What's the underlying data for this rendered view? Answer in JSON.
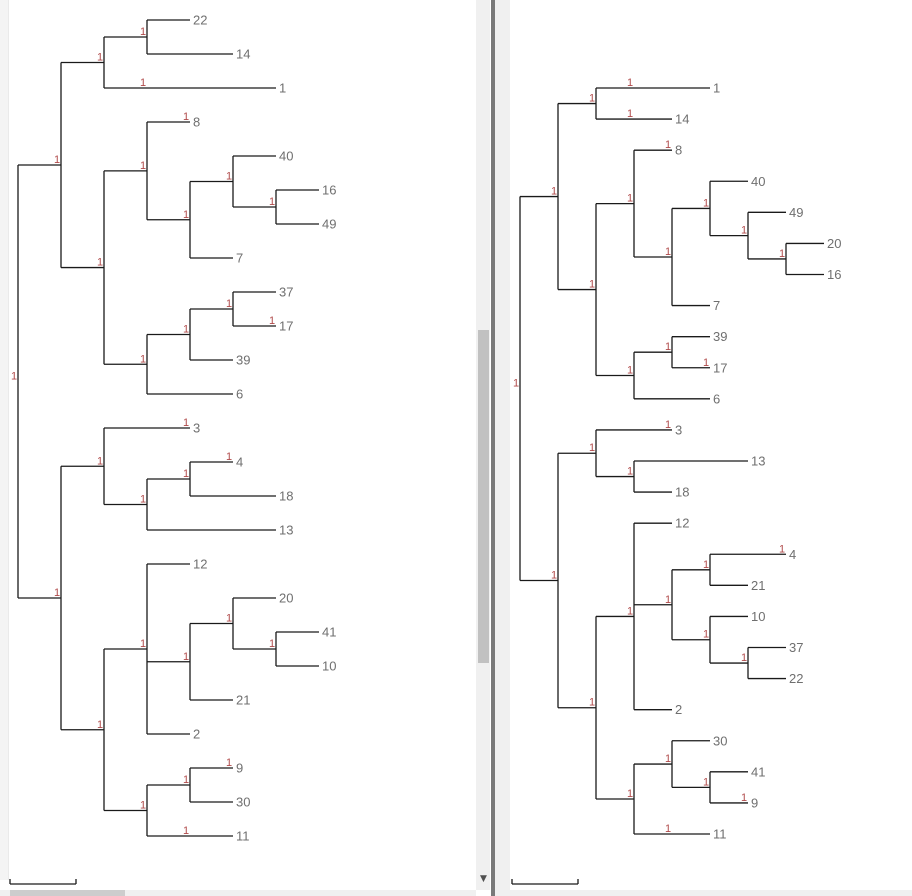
{
  "trees": [
    {
      "id": "left",
      "root": {
        "c": [
          {
            "c": [
              {
                "c": [
                  {
                    "c": [
                      {
                        "n": "22"
                      },
                      {
                        "c": [
                          {
                            "n": "14"
                          }
                        ]
                      }
                    ],
                    "s": "1"
                  },
                  {
                    "c": [
                      {
                        "c": [
                          {
                            "c": [
                              {
                                "n": "1"
                              }
                            ]
                          }
                        ]
                      }
                    ],
                    "s": "1"
                  }
                ],
                "s": "1"
              },
              {
                "c": [
                  {
                    "c": [
                      {
                        "n": "8",
                        "s": "1"
                      },
                      {
                        "c": [
                          {
                            "c": [
                              {
                                "n": "40"
                              },
                              {
                                "c": [
                                  {
                                    "n": "16"
                                  },
                                  {
                                    "n": "49"
                                  }
                                ],
                                "s": "1"
                              }
                            ],
                            "s": "1"
                          },
                          {
                            "n": "7"
                          }
                        ],
                        "s": "1"
                      }
                    ],
                    "s": "1"
                  },
                  {
                    "c": [
                      {
                        "c": [
                          {
                            "c": [
                              {
                                "n": "37"
                              },
                              {
                                "n": "17",
                                "s": "1"
                              }
                            ],
                            "s": "1"
                          },
                          {
                            "n": "39"
                          }
                        ],
                        "s": "1"
                      },
                      {
                        "c": [
                          {
                            "n": "6"
                          }
                        ]
                      }
                    ],
                    "s": "1"
                  }
                ],
                "s": "1"
              }
            ],
            "s": "1"
          },
          {
            "c": [
              {
                "c": [
                  {
                    "c": [
                      {
                        "n": "3",
                        "s": "1"
                      }
                    ]
                  },
                  {
                    "c": [
                      {
                        "c": [
                          {
                            "n": "4",
                            "s": "1"
                          },
                          {
                            "c": [
                              {
                                "n": "18"
                              }
                            ]
                          }
                        ],
                        "s": "1"
                      },
                      {
                        "c": [
                          {
                            "c": [
                              {
                                "n": "13"
                              }
                            ]
                          }
                        ]
                      }
                    ],
                    "s": "1"
                  }
                ],
                "s": "1"
              },
              {
                "c": [
                  {
                    "c": [
                      {
                        "n": "12"
                      },
                      {
                        "c": [
                          {
                            "c": [
                              {
                                "n": "20"
                              },
                              {
                                "c": [
                                  {
                                    "n": "41"
                                  },
                                  {
                                    "n": "10"
                                  }
                                ],
                                "s": "1"
                              }
                            ],
                            "s": "1"
                          },
                          {
                            "n": "21"
                          }
                        ],
                        "s": "1"
                      },
                      {
                        "n": "2"
                      }
                    ],
                    "s": "1"
                  },
                  {
                    "c": [
                      {
                        "c": [
                          {
                            "n": "9",
                            "s": "1"
                          },
                          {
                            "n": "30"
                          }
                        ],
                        "s": "1"
                      },
                      {
                        "c": [
                          {
                            "n": "11"
                          }
                        ],
                        "s": "1"
                      }
                    ],
                    "s": "1"
                  }
                ],
                "s": "1"
              }
            ],
            "s": "1"
          }
        ],
        "s": "1"
      }
    },
    {
      "id": "right",
      "root": {
        "c": [
          {
            "c": [
              {
                "c": [
                  {
                    "c": [
                      {
                        "c": [
                          {
                            "n": "1"
                          }
                        ]
                      }
                    ],
                    "s": "1"
                  },
                  {
                    "c": [
                      {
                        "n": "14"
                      }
                    ],
                    "s": "1"
                  }
                ],
                "s": "1"
              },
              {
                "c": [
                  {
                    "c": [
                      {
                        "n": "8",
                        "s": "1"
                      },
                      {
                        "c": [
                          {
                            "c": [
                              {
                                "n": "40"
                              },
                              {
                                "c": [
                                  {
                                    "n": "49"
                                  },
                                  {
                                    "c": [
                                      {
                                        "n": "20"
                                      },
                                      {
                                        "n": "16"
                                      }
                                    ],
                                    "s": "1"
                                  }
                                ],
                                "s": "1"
                              }
                            ],
                            "s": "1"
                          },
                          {
                            "n": "7"
                          }
                        ],
                        "s": "1"
                      }
                    ],
                    "s": "1"
                  },
                  {
                    "c": [
                      {
                        "c": [
                          {
                            "n": "39"
                          },
                          {
                            "n": "17",
                            "s": "1"
                          }
                        ],
                        "s": "1"
                      },
                      {
                        "c": [
                          {
                            "n": "6"
                          }
                        ]
                      }
                    ],
                    "s": "1"
                  }
                ],
                "s": "1"
              }
            ],
            "s": "1"
          },
          {
            "c": [
              {
                "c": [
                  {
                    "c": [
                      {
                        "n": "3",
                        "s": "1"
                      }
                    ]
                  },
                  {
                    "c": [
                      {
                        "c": [
                          {
                            "c": [
                              {
                                "n": "13"
                              }
                            ]
                          }
                        ]
                      },
                      {
                        "n": "18"
                      }
                    ],
                    "s": "1"
                  }
                ],
                "s": "1"
              },
              {
                "c": [
                  {
                    "c": [
                      {
                        "n": "12"
                      },
                      {
                        "c": [
                          {
                            "c": [
                              {
                                "c": [
                                  {
                                    "n": "4",
                                    "s": "1"
                                  }
                                ]
                              },
                              {
                                "n": "21"
                              }
                            ],
                            "s": "1"
                          },
                          {
                            "c": [
                              {
                                "n": "10"
                              },
                              {
                                "c": [
                                  {
                                    "n": "37"
                                  },
                                  {
                                    "n": "22"
                                  }
                                ],
                                "s": "1"
                              }
                            ],
                            "s": "1"
                          }
                        ],
                        "s": "1"
                      },
                      {
                        "n": "2"
                      }
                    ],
                    "s": "1"
                  },
                  {
                    "c": [
                      {
                        "c": [
                          {
                            "n": "30"
                          },
                          {
                            "c": [
                              {
                                "n": "41"
                              },
                              {
                                "n": "9",
                                "s": "1"
                              }
                            ],
                            "s": "1"
                          }
                        ],
                        "s": "1"
                      },
                      {
                        "c": [
                          {
                            "n": "11"
                          }
                        ],
                        "s": "1"
                      }
                    ],
                    "s": "1"
                  }
                ],
                "s": "1"
              }
            ],
            "s": "1"
          }
        ],
        "s": "1"
      }
    }
  ],
  "colors": {
    "branch": "#1a1a1a",
    "leaf_label": "#6f6f6f",
    "support_label": "#b04a4a"
  }
}
